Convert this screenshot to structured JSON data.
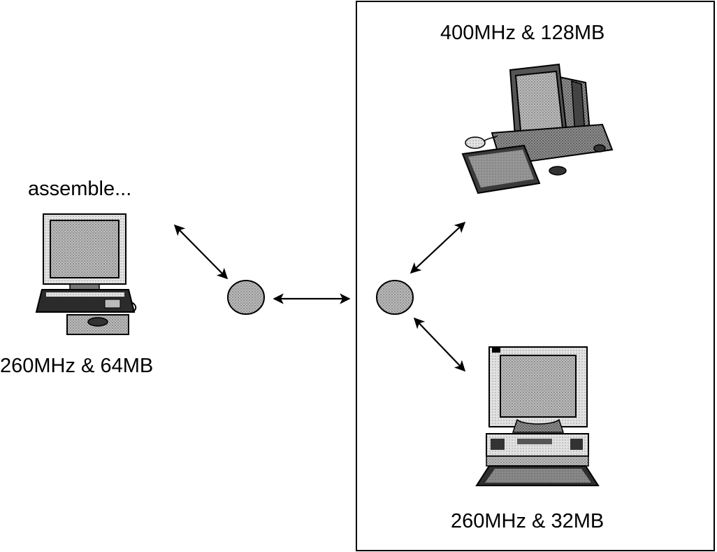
{
  "labels": {
    "client_status": "assemble...",
    "client_spec": "260MHz & 64MB",
    "server_top_spec": "400MHz & 128MB",
    "server_bottom_spec": "260MHz & 32MB"
  },
  "colors": {
    "stroke": "#000000",
    "node_fill": "#c9c9c9",
    "screen_fill": "#a9a9a9",
    "body_fill": "#dcdcdc",
    "dark_fill": "#3a3a3a"
  },
  "icons": {
    "client": "desktop-computer-icon",
    "server_top": "workstation-icon",
    "server_bottom": "desktop-computer-icon"
  }
}
